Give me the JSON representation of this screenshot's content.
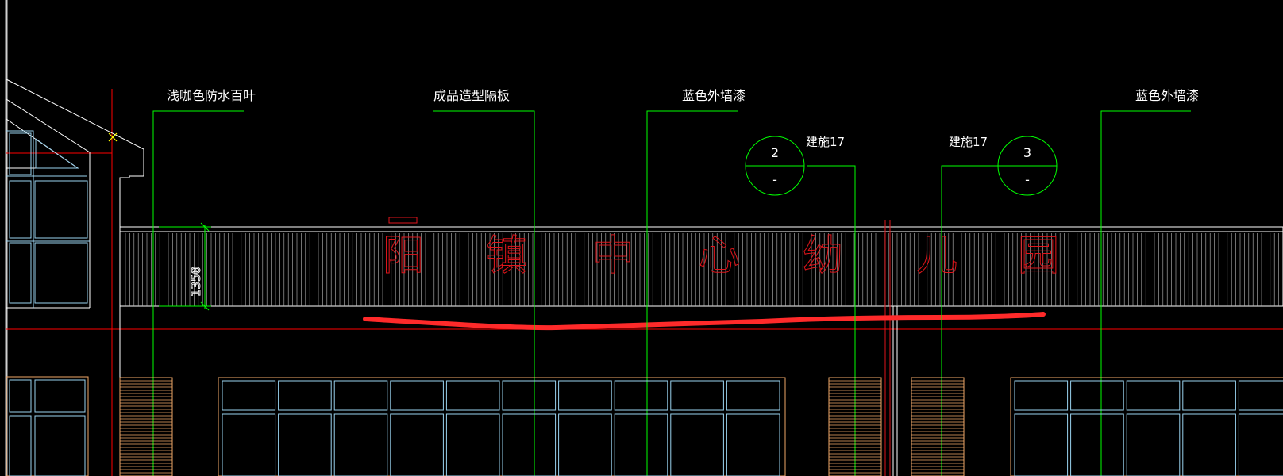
{
  "labels": {
    "leader1": "浅咖色防水百叶",
    "leader2": "成品造型隔板",
    "leader3": "蓝色外墙漆",
    "leader4": "蓝色外墙漆"
  },
  "callouts": [
    {
      "number": "2",
      "sub": "-",
      "sheet": "建施17"
    },
    {
      "number": "3",
      "sub": "-",
      "sheet": "建施17"
    }
  ],
  "dimension": "1350",
  "sign_chars": [
    "阳",
    "镇",
    "中",
    "心",
    "幼",
    "儿",
    "园"
  ],
  "colors": {
    "background": "#000000",
    "leader": "#00ff00",
    "line_white": "#ffffff",
    "window_cyan": "#9ad3f0",
    "frame_orange": "#f0a868",
    "axis_red": "#ff0000",
    "sign_red": "#e0151b",
    "markup_red": "#ff2a2a",
    "snap_yellow": "#ffff00"
  }
}
